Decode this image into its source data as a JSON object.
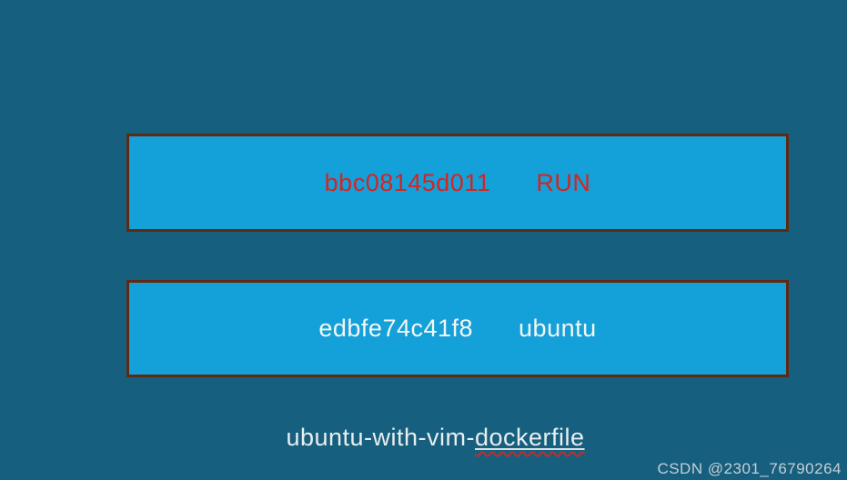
{
  "page": {
    "watermark": "CSDN @2301_76790264"
  },
  "colors": {
    "page_bg": "#165f7e",
    "box_fill": "#14a0d8",
    "box_border": "#5e2b12",
    "run_text": "#d42522",
    "base_text": "#f4f7f7",
    "caption_text": "#e9eef0",
    "squiggle": "#c62b2b",
    "watermark_text": "#c5cfd5"
  },
  "diagram": {
    "layers": [
      {
        "id": "bbc08145d011",
        "label": "RUN"
      },
      {
        "id": "edbfe74c41f8",
        "label": "ubuntu"
      }
    ],
    "caption": {
      "prefix": "ubuntu-with-vim-",
      "word": "dockerfile"
    }
  }
}
